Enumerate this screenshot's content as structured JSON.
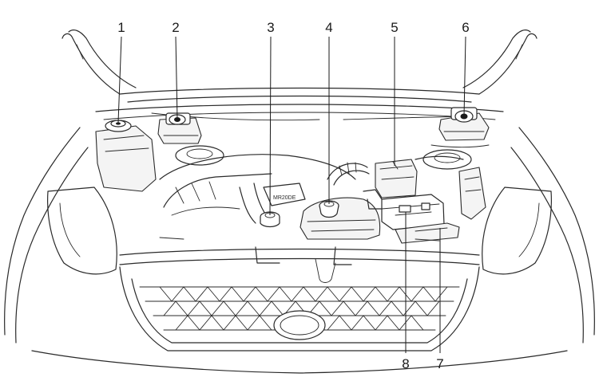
{
  "callouts": [
    {
      "id": "1",
      "label": "1"
    },
    {
      "id": "2",
      "label": "2"
    },
    {
      "id": "3",
      "label": "3"
    },
    {
      "id": "4",
      "label": "4"
    },
    {
      "id": "5",
      "label": "5"
    },
    {
      "id": "6",
      "label": "6"
    },
    {
      "id": "7",
      "label": "7"
    },
    {
      "id": "8",
      "label": "8"
    }
  ],
  "engine_marking": "MR20DE",
  "colors": {
    "line": "#2a2a2a",
    "background": "#ffffff"
  }
}
